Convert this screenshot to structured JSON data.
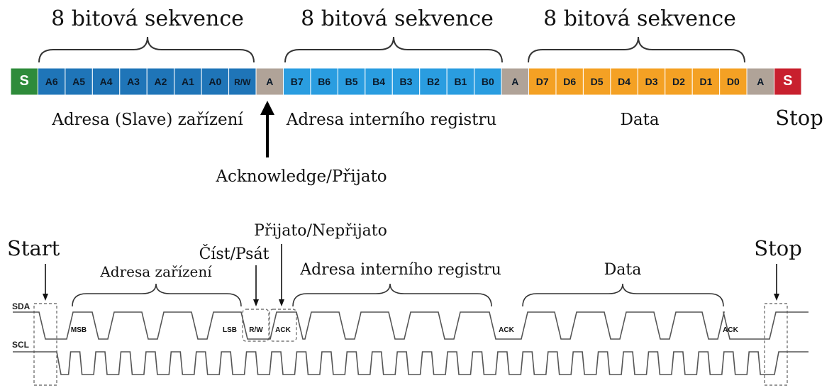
{
  "frame": {
    "sequence_labels": [
      "8 bitová sekvence",
      "8 bitová sekvence",
      "8 bitová sekvence"
    ],
    "cells": [
      {
        "label": "S",
        "kind": "start"
      },
      {
        "label": "A6",
        "kind": "addr"
      },
      {
        "label": "A5",
        "kind": "addr"
      },
      {
        "label": "A4",
        "kind": "addr"
      },
      {
        "label": "A3",
        "kind": "addr"
      },
      {
        "label": "A2",
        "kind": "addr"
      },
      {
        "label": "A1",
        "kind": "addr"
      },
      {
        "label": "A0",
        "kind": "addr"
      },
      {
        "label": "R/W",
        "kind": "addr"
      },
      {
        "label": "A",
        "kind": "ack"
      },
      {
        "label": "B7",
        "kind": "reg"
      },
      {
        "label": "B6",
        "kind": "reg"
      },
      {
        "label": "B5",
        "kind": "reg"
      },
      {
        "label": "B4",
        "kind": "reg"
      },
      {
        "label": "B3",
        "kind": "reg"
      },
      {
        "label": "B2",
        "kind": "reg"
      },
      {
        "label": "B1",
        "kind": "reg"
      },
      {
        "label": "B0",
        "kind": "reg"
      },
      {
        "label": "A",
        "kind": "ack"
      },
      {
        "label": "D7",
        "kind": "data"
      },
      {
        "label": "D6",
        "kind": "data"
      },
      {
        "label": "D5",
        "kind": "data"
      },
      {
        "label": "D4",
        "kind": "data"
      },
      {
        "label": "D3",
        "kind": "data"
      },
      {
        "label": "D2",
        "kind": "data"
      },
      {
        "label": "D1",
        "kind": "data"
      },
      {
        "label": "D0",
        "kind": "data"
      },
      {
        "label": "A",
        "kind": "ack"
      },
      {
        "label": "S",
        "kind": "stop"
      }
    ],
    "below_labels": {
      "slave_address": "Adresa (Slave) zařízení",
      "register_address": "Adresa interního registru",
      "data": "Data",
      "stop": "Stop",
      "acknowledge": "Acknowledge/Přijato"
    }
  },
  "timing": {
    "labels": {
      "start": "Start",
      "device_address": "Adresa zařízení",
      "read_write": "Číst/Psát",
      "ack_nack": "Přijato/Nepřijato",
      "register_address": "Adresa interního registru",
      "data": "Data",
      "stop": "Stop"
    },
    "signals": [
      "SDA",
      "SCL"
    ],
    "bit_tags": {
      "msb": "MSB",
      "lsb": "LSB",
      "rw": "R/W",
      "ack1": "ACK",
      "ack2": "ACK",
      "ack3": "ACK"
    }
  },
  "colors": {
    "start": "#2e8b3a",
    "addr": "#1f75b8",
    "reg": "#2a9de0",
    "data": "#f4a124",
    "ack": "#b0a398",
    "stop": "#c8202e",
    "start_text": "#ffffff",
    "stop_text": "#ffffff",
    "cell_text": "#0b1a2a",
    "line": "#444444"
  }
}
